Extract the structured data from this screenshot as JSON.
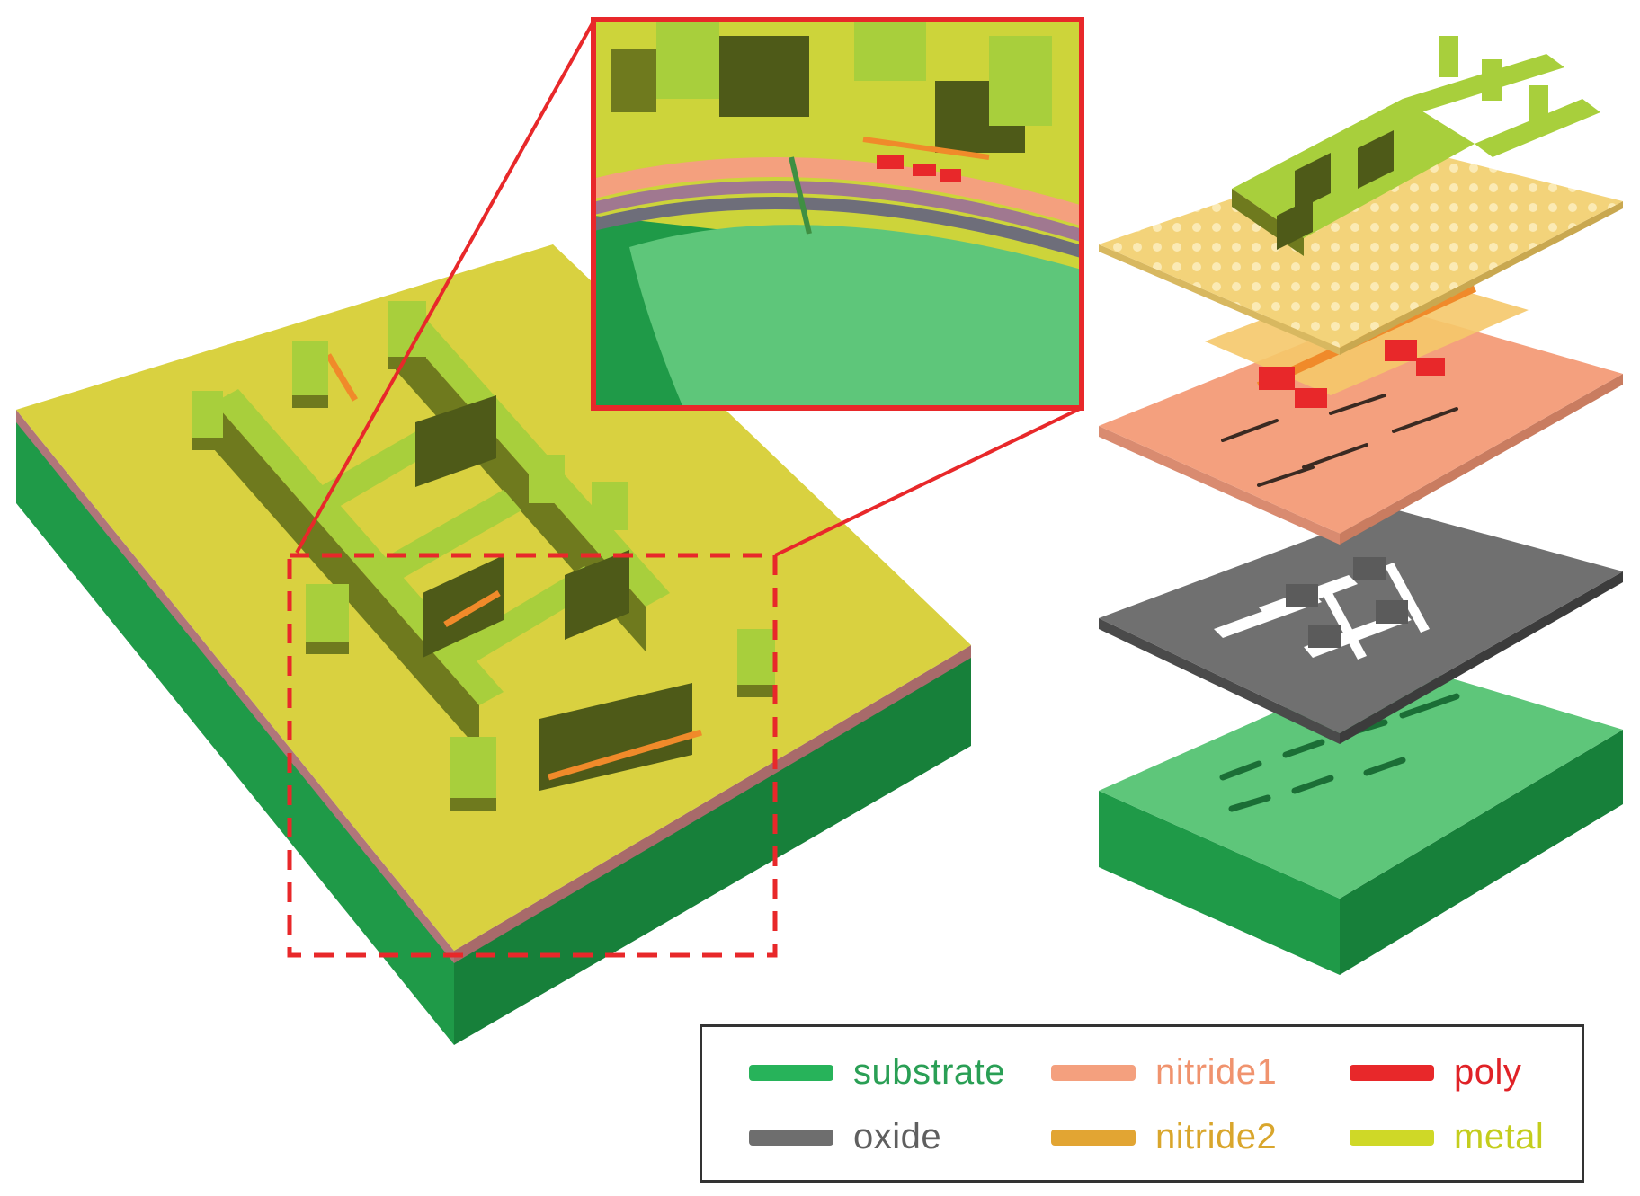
{
  "colors": {
    "substrate": "#27b35a",
    "oxide": "#6e6e6e",
    "nitride1": "#f4a07e",
    "nitride2": "#e2a533",
    "poly": "#e8282a",
    "metal": "#cfd827",
    "highlight": "#e8282a"
  },
  "legend": {
    "items": [
      {
        "label": "substrate",
        "color": "#27b35a",
        "text_color": "#2a9f55"
      },
      {
        "label": "nitride1",
        "color": "#f4a07e",
        "text_color": "#f0936e"
      },
      {
        "label": "poly",
        "color": "#e8282a",
        "text_color": "#e02227"
      },
      {
        "label": "oxide",
        "color": "#6e6e6e",
        "text_color": "#5f5f5f"
      },
      {
        "label": "nitride2",
        "color": "#e2a533",
        "text_color": "#d9a62c"
      },
      {
        "label": "metal",
        "color": "#cfd827",
        "text_color": "#c4cd1d"
      }
    ]
  }
}
